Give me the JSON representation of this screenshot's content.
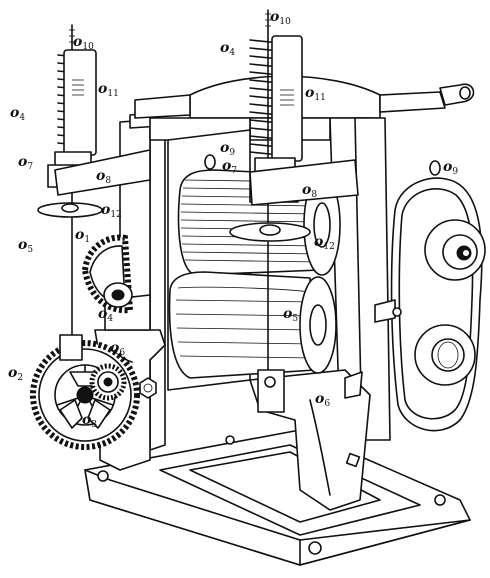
{
  "labels": {
    "lbl_10_left": {
      "letter": "o",
      "num": "10"
    },
    "lbl_4_left": {
      "letter": "o",
      "num": "4"
    },
    "lbl_11_left": {
      "letter": "o",
      "num": "11"
    },
    "lbl_7_left": {
      "letter": "o",
      "num": "7"
    },
    "lbl_8_left": {
      "letter": "o",
      "num": "8"
    },
    "lbl_12_left": {
      "letter": "o",
      "num": "12"
    },
    "lbl_5_left": {
      "letter": "o",
      "num": "5"
    },
    "lbl_1": {
      "letter": "o",
      "num": "1"
    },
    "lbl_4_gear": {
      "letter": "o",
      "num": "4"
    },
    "lbl_6_left": {
      "letter": "o",
      "num": "6"
    },
    "lbl_2": {
      "letter": "o",
      "num": "2"
    },
    "lbl_3": {
      "letter": "o",
      "num": "3"
    },
    "lbl_10_right": {
      "letter": "o",
      "num": "10"
    },
    "lbl_4_right": {
      "letter": "o",
      "num": "4"
    },
    "lbl_11_right": {
      "letter": "o",
      "num": "11"
    },
    "lbl_9_mid": {
      "letter": "o",
      "num": "9"
    },
    "lbl_7_right": {
      "letter": "o",
      "num": "7"
    },
    "lbl_8_right": {
      "letter": "o",
      "num": "8"
    },
    "lbl_12_right": {
      "letter": "o",
      "num": "12"
    },
    "lbl_5_right": {
      "letter": "o",
      "num": "5"
    },
    "lbl_6_right": {
      "letter": "o",
      "num": "6"
    },
    "lbl_9_right": {
      "letter": "o",
      "num": "9"
    }
  }
}
